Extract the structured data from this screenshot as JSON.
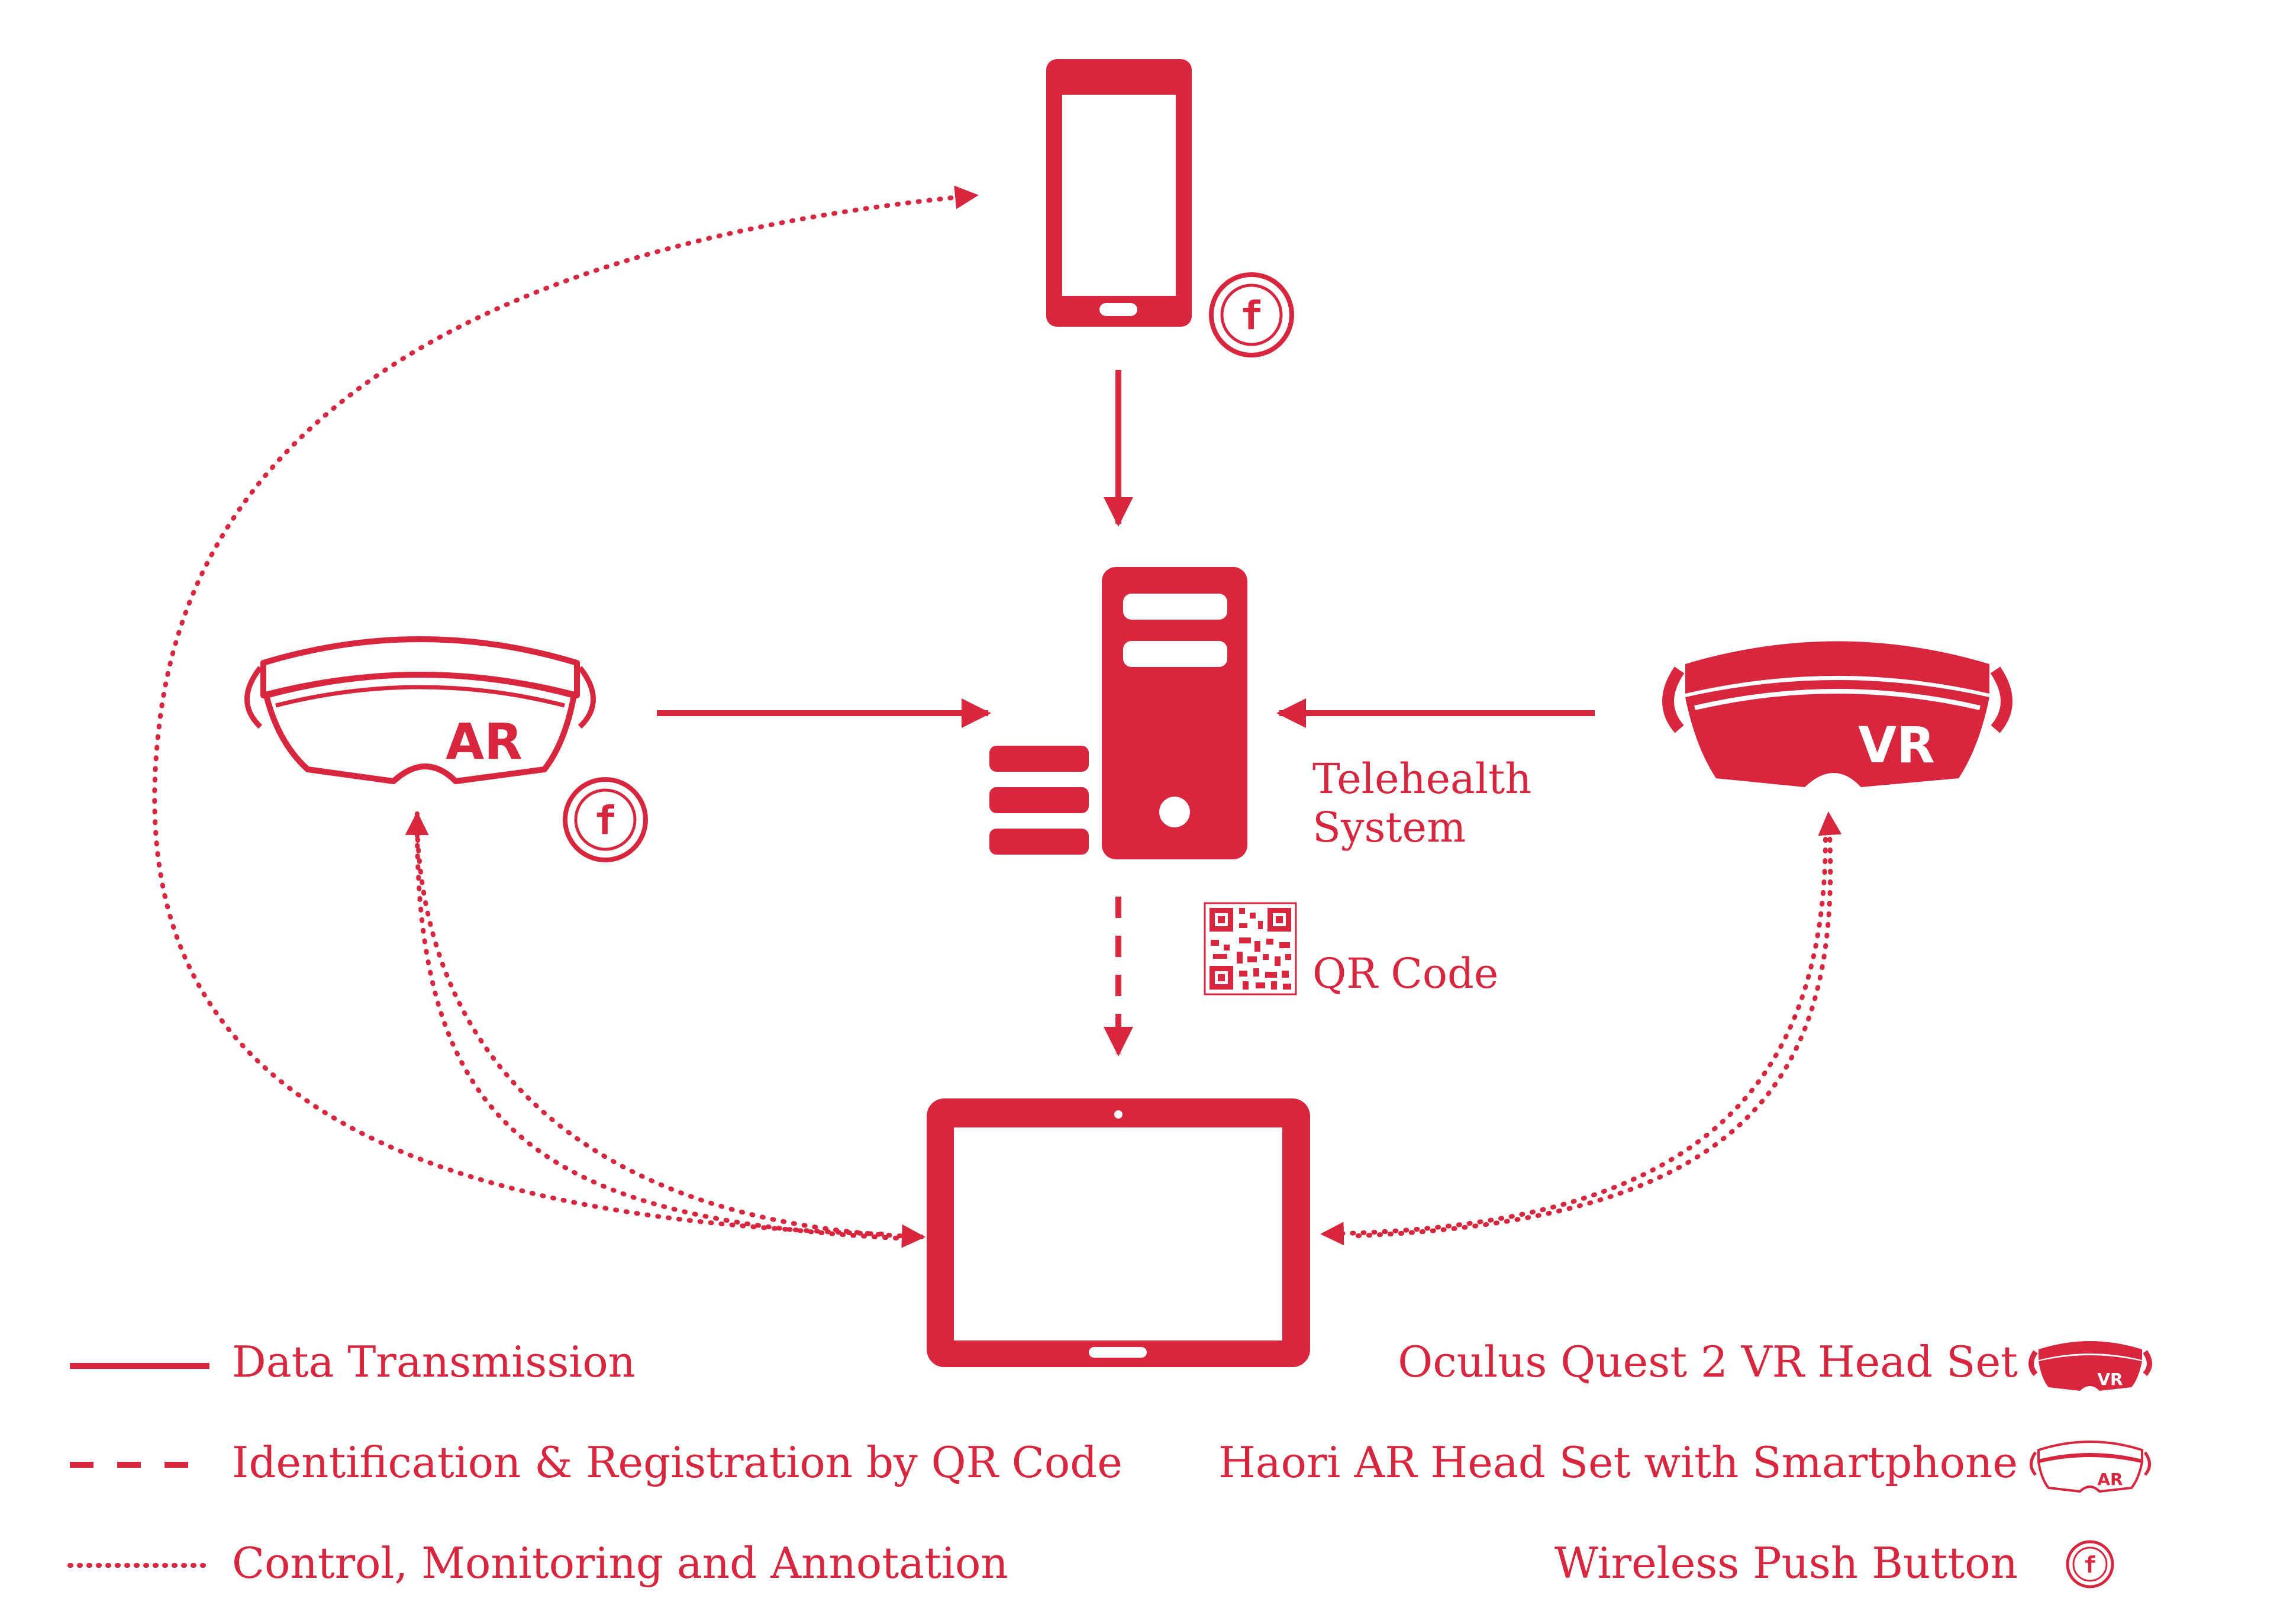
{
  "accent_color": "#d7263d",
  "icons": {
    "smartphone": "smartphone-icon",
    "server": "server-icon",
    "tablet": "tablet-icon",
    "ar_headset": "ar-headset-icon",
    "vr_headset": "vr-headset-icon",
    "push_button": "wireless-push-button-icon",
    "qr_code": "qr-code-icon"
  },
  "nodes": {
    "ar_headset_badge": "AR",
    "vr_headset_badge": "VR",
    "push_button_glyph": "f",
    "telehealth_label_line1": "Telehealth",
    "telehealth_label_line2": "System",
    "qr_code_label": "QR Code"
  },
  "legend": {
    "line_styles": [
      {
        "style": "solid",
        "label": "Data Transmission"
      },
      {
        "style": "dashed",
        "label": "Identification & Registration by QR Code"
      },
      {
        "style": "dotted",
        "label": "Control, Monitoring and Annotation"
      }
    ],
    "devices": [
      {
        "icon": "vr-headset-icon",
        "label": "Oculus Quest 2 VR Head Set",
        "badge": "VR"
      },
      {
        "icon": "ar-headset-icon",
        "label": "Haori AR Head Set with Smartphone",
        "badge": "AR"
      },
      {
        "icon": "wireless-push-button-icon",
        "label": "Wireless Push Button",
        "badge": "f"
      }
    ]
  }
}
